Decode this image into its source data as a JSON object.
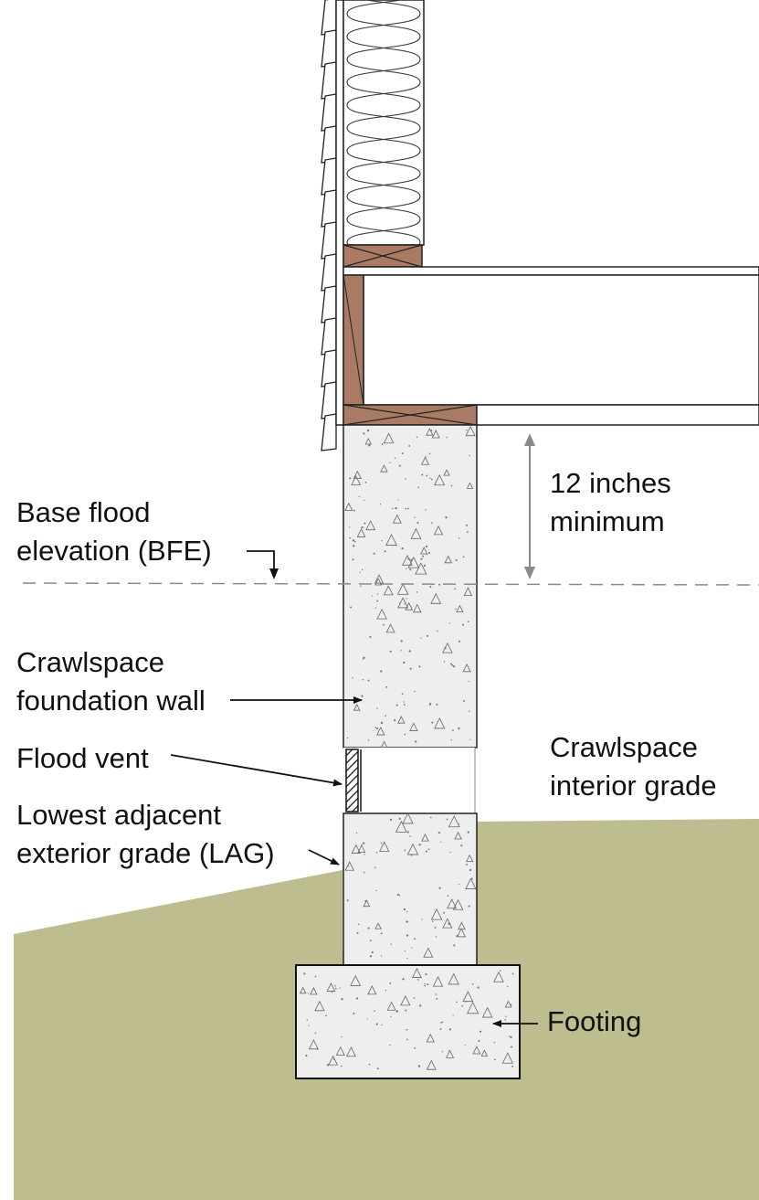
{
  "labels": {
    "clearance_line1": "12 inches",
    "clearance_line2": "minimum",
    "bfe_line1": "Base flood",
    "bfe_line2": "elevation (BFE)",
    "wall_line1": "Crawlspace",
    "wall_line2": "foundation wall",
    "vent": "Flood vent",
    "interior_line1": "Crawlspace",
    "interior_line2": "interior grade",
    "lag_line1": "Lowest adjacent",
    "lag_line2": "exterior grade (LAG)",
    "footing": "Footing"
  },
  "colors": {
    "ground": "#bdbd8f",
    "concrete": "#eeeeee",
    "wood": "#a97b64",
    "insulation": "#ffffff",
    "siding": "#ffffff",
    "bfe_line": "#8a8a8a",
    "dimension_arrow": "#8a8a8a",
    "leader": "#111111"
  }
}
